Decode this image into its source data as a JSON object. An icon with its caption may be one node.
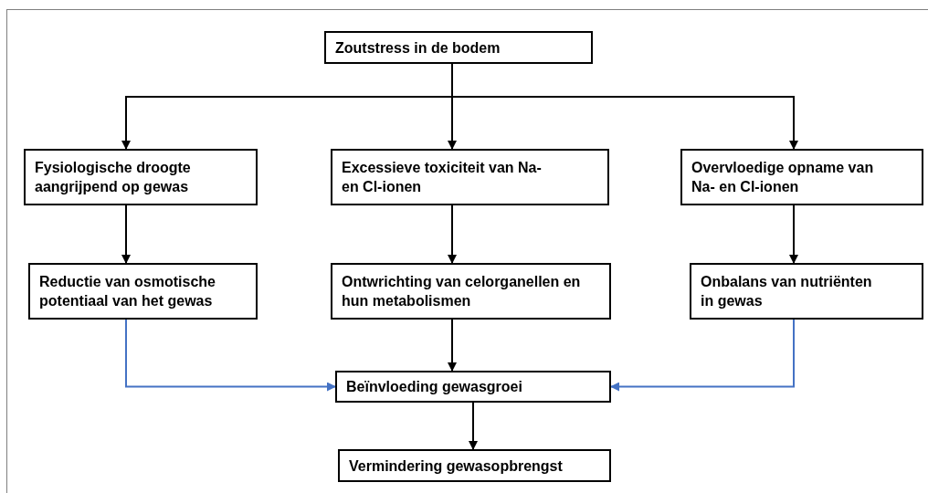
{
  "diagram": {
    "nodes": [
      {
        "text": [
          "Zoutstress in de bodem"
        ]
      },
      {
        "text": [
          "Fysiologische droogte aangrijpend op gewas"
        ]
      },
      {
        "text": [
          "Excessieve toxiciteit van Na- en Cl-ionen"
        ]
      },
      {
        "text": [
          "Overvloedige opname van Na- en Cl-ionen"
        ]
      },
      {
        "text": [
          "Reductie van osmotische potentiaal van het gewas"
        ]
      },
      {
        "text": [
          "Ontwrichting van celorganellen en hun metabolismen"
        ]
      },
      {
        "text": [
          "Onbalans van nutriënten in gewas"
        ]
      },
      {
        "text": [
          "Beïnvloeding gewasgroei"
        ]
      },
      {
        "text": [
          "Vermindering gewasopbrengst"
        ]
      }
    ],
    "edges": [
      {
        "from": 0,
        "to": 1,
        "arrow": "to"
      },
      {
        "from": 0,
        "to": 2,
        "arrow": "to"
      },
      {
        "from": 0,
        "to": 3,
        "arrow": "to"
      },
      {
        "from": 1,
        "to": 4,
        "arrow": "to"
      },
      {
        "from": 2,
        "to": 5,
        "arrow": "to"
      },
      {
        "from": 3,
        "to": 6,
        "arrow": "to"
      },
      {
        "from": 4,
        "to": 7,
        "arrow": "to",
        "color": "#4472c4"
      },
      {
        "from": 5,
        "to": 7,
        "arrow": "to"
      },
      {
        "from": 6,
        "to": 7,
        "arrow": "to",
        "color": "#4472c4"
      },
      {
        "from": 7,
        "to": 8,
        "arrow": "to"
      }
    ]
  }
}
